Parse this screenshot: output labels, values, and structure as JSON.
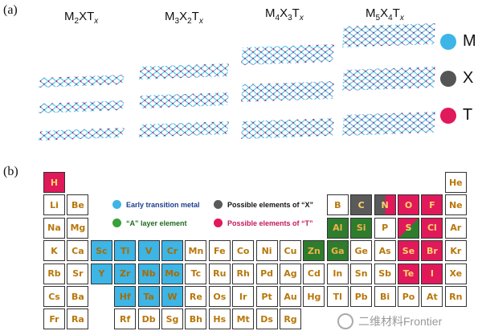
{
  "panels": {
    "a_label": "(a)",
    "b_label": "(b)"
  },
  "formulas": [
    {
      "m": "M",
      "mi": "2",
      "x": "X",
      "xi": "",
      "t": "T",
      "ti": "x"
    },
    {
      "m": "M",
      "mi": "3",
      "x": "X",
      "xi": "2",
      "t": "T",
      "ti": "x"
    },
    {
      "m": "M",
      "mi": "4",
      "x": "X",
      "xi": "3",
      "t": "T",
      "ti": "x"
    },
    {
      "m": "M",
      "mi": "5",
      "x": "X",
      "xi": "4",
      "t": "T",
      "ti": "x"
    }
  ],
  "atom_legend": [
    {
      "label": "M",
      "color": "#3db5e6"
    },
    {
      "label": "X",
      "color": "#555555"
    },
    {
      "label": "T",
      "color": "#e0195b"
    }
  ],
  "colors": {
    "M": "#3db5e6",
    "X": "#555555",
    "T": "#e0195b",
    "A": "#2e7d2e"
  },
  "table_legend": [
    {
      "text": "Early transition metal",
      "color": "#3db5e6",
      "text_color": "#1d3f8f"
    },
    {
      "text": "Possible elements of “X”",
      "color": "#5a5a5a",
      "text_color": "#111111"
    },
    {
      "text": "“A” layer element",
      "color": "#3aa03a",
      "text_color": "#1e6b1e"
    },
    {
      "text": "Possible elements of “T”",
      "color": "#e0195b",
      "text_color": "#c2185b"
    }
  ],
  "elements": [
    {
      "s": "H",
      "r": 0,
      "c": 0,
      "k": "pink"
    },
    {
      "s": "He",
      "r": 0,
      "c": 17,
      "k": "white"
    },
    {
      "s": "Li",
      "r": 1,
      "c": 0,
      "k": "white"
    },
    {
      "s": "Be",
      "r": 1,
      "c": 1,
      "k": "white"
    },
    {
      "s": "B",
      "r": 1,
      "c": 12,
      "k": "white"
    },
    {
      "s": "C",
      "r": 1,
      "c": 13,
      "k": "gray"
    },
    {
      "s": "N",
      "r": 1,
      "c": 14,
      "k": "split"
    },
    {
      "s": "O",
      "r": 1,
      "c": 15,
      "k": "pink"
    },
    {
      "s": "F",
      "r": 1,
      "c": 16,
      "k": "pink"
    },
    {
      "s": "Ne",
      "r": 1,
      "c": 17,
      "k": "white"
    },
    {
      "s": "Na",
      "r": 2,
      "c": 0,
      "k": "white"
    },
    {
      "s": "Mg",
      "r": 2,
      "c": 1,
      "k": "white"
    },
    {
      "s": "Al",
      "r": 2,
      "c": 12,
      "k": "green"
    },
    {
      "s": "Si",
      "r": 2,
      "c": 13,
      "k": "green"
    },
    {
      "s": "P",
      "r": 2,
      "c": 14,
      "k": "white"
    },
    {
      "s": "S",
      "r": 2,
      "c": 15,
      "k": "halfpink"
    },
    {
      "s": "Cl",
      "r": 2,
      "c": 16,
      "k": "pink"
    },
    {
      "s": "Ar",
      "r": 2,
      "c": 17,
      "k": "white"
    },
    {
      "s": "K",
      "r": 3,
      "c": 0,
      "k": "white"
    },
    {
      "s": "Ca",
      "r": 3,
      "c": 1,
      "k": "white"
    },
    {
      "s": "Sc",
      "r": 3,
      "c": 2,
      "k": "blue"
    },
    {
      "s": "Ti",
      "r": 3,
      "c": 3,
      "k": "blue"
    },
    {
      "s": "V",
      "r": 3,
      "c": 4,
      "k": "blue"
    },
    {
      "s": "Cr",
      "r": 3,
      "c": 5,
      "k": "blue"
    },
    {
      "s": "Mn",
      "r": 3,
      "c": 6,
      "k": "white"
    },
    {
      "s": "Fe",
      "r": 3,
      "c": 7,
      "k": "white"
    },
    {
      "s": "Co",
      "r": 3,
      "c": 8,
      "k": "white"
    },
    {
      "s": "Ni",
      "r": 3,
      "c": 9,
      "k": "white"
    },
    {
      "s": "Cu",
      "r": 3,
      "c": 10,
      "k": "white"
    },
    {
      "s": "Zn",
      "r": 3,
      "c": 11,
      "k": "green"
    },
    {
      "s": "Ga",
      "r": 3,
      "c": 12,
      "k": "green"
    },
    {
      "s": "Ge",
      "r": 3,
      "c": 13,
      "k": "white"
    },
    {
      "s": "As",
      "r": 3,
      "c": 14,
      "k": "white"
    },
    {
      "s": "Se",
      "r": 3,
      "c": 15,
      "k": "pink"
    },
    {
      "s": "Br",
      "r": 3,
      "c": 16,
      "k": "pink"
    },
    {
      "s": "Kr",
      "r": 3,
      "c": 17,
      "k": "white"
    },
    {
      "s": "Rb",
      "r": 4,
      "c": 0,
      "k": "white"
    },
    {
      "s": "Sr",
      "r": 4,
      "c": 1,
      "k": "white"
    },
    {
      "s": "Y",
      "r": 4,
      "c": 2,
      "k": "blue"
    },
    {
      "s": "Zr",
      "r": 4,
      "c": 3,
      "k": "blue"
    },
    {
      "s": "Nb",
      "r": 4,
      "c": 4,
      "k": "blue"
    },
    {
      "s": "Mo",
      "r": 4,
      "c": 5,
      "k": "blue"
    },
    {
      "s": "Tc",
      "r": 4,
      "c": 6,
      "k": "white"
    },
    {
      "s": "Ru",
      "r": 4,
      "c": 7,
      "k": "white"
    },
    {
      "s": "Rh",
      "r": 4,
      "c": 8,
      "k": "white"
    },
    {
      "s": "Pd",
      "r": 4,
      "c": 9,
      "k": "white"
    },
    {
      "s": "Ag",
      "r": 4,
      "c": 10,
      "k": "white"
    },
    {
      "s": "Cd",
      "r": 4,
      "c": 11,
      "k": "white"
    },
    {
      "s": "In",
      "r": 4,
      "c": 12,
      "k": "white"
    },
    {
      "s": "Sn",
      "r": 4,
      "c": 13,
      "k": "white"
    },
    {
      "s": "Sb",
      "r": 4,
      "c": 14,
      "k": "white"
    },
    {
      "s": "Te",
      "r": 4,
      "c": 15,
      "k": "pink"
    },
    {
      "s": "I",
      "r": 4,
      "c": 16,
      "k": "pink"
    },
    {
      "s": "Xe",
      "r": 4,
      "c": 17,
      "k": "white"
    },
    {
      "s": "Cs",
      "r": 5,
      "c": 0,
      "k": "white"
    },
    {
      "s": "Ba",
      "r": 5,
      "c": 1,
      "k": "white"
    },
    {
      "s": "Hf",
      "r": 5,
      "c": 3,
      "k": "blue"
    },
    {
      "s": "Ta",
      "r": 5,
      "c": 4,
      "k": "blue"
    },
    {
      "s": "W",
      "r": 5,
      "c": 5,
      "k": "blue"
    },
    {
      "s": "Re",
      "r": 5,
      "c": 6,
      "k": "white"
    },
    {
      "s": "Os",
      "r": 5,
      "c": 7,
      "k": "white"
    },
    {
      "s": "Ir",
      "r": 5,
      "c": 8,
      "k": "white"
    },
    {
      "s": "Pt",
      "r": 5,
      "c": 9,
      "k": "white"
    },
    {
      "s": "Au",
      "r": 5,
      "c": 10,
      "k": "white"
    },
    {
      "s": "Hg",
      "r": 5,
      "c": 11,
      "k": "white"
    },
    {
      "s": "Tl",
      "r": 5,
      "c": 12,
      "k": "white"
    },
    {
      "s": "Pb",
      "r": 5,
      "c": 13,
      "k": "white"
    },
    {
      "s": "Bi",
      "r": 5,
      "c": 14,
      "k": "white"
    },
    {
      "s": "Po",
      "r": 5,
      "c": 15,
      "k": "white"
    },
    {
      "s": "At",
      "r": 5,
      "c": 16,
      "k": "white"
    },
    {
      "s": "Rn",
      "r": 5,
      "c": 17,
      "k": "white"
    },
    {
      "s": "Fr",
      "r": 6,
      "c": 0,
      "k": "white"
    },
    {
      "s": "Ra",
      "r": 6,
      "c": 1,
      "k": "white"
    },
    {
      "s": "Rf",
      "r": 6,
      "c": 3,
      "k": "white"
    },
    {
      "s": "Db",
      "r": 6,
      "c": 4,
      "k": "white"
    },
    {
      "s": "Sg",
      "r": 6,
      "c": 5,
      "k": "white"
    },
    {
      "s": "Bh",
      "r": 6,
      "c": 6,
      "k": "white"
    },
    {
      "s": "Hs",
      "r": 6,
      "c": 7,
      "k": "white"
    },
    {
      "s": "Mt",
      "r": 6,
      "c": 8,
      "k": "white"
    },
    {
      "s": "Ds",
      "r": 6,
      "c": 9,
      "k": "white"
    },
    {
      "s": "Rg",
      "r": 6,
      "c": 10,
      "k": "white"
    }
  ],
  "watermark": {
    "text": "二维材料Frontier",
    "icon": "wechat-icon"
  }
}
